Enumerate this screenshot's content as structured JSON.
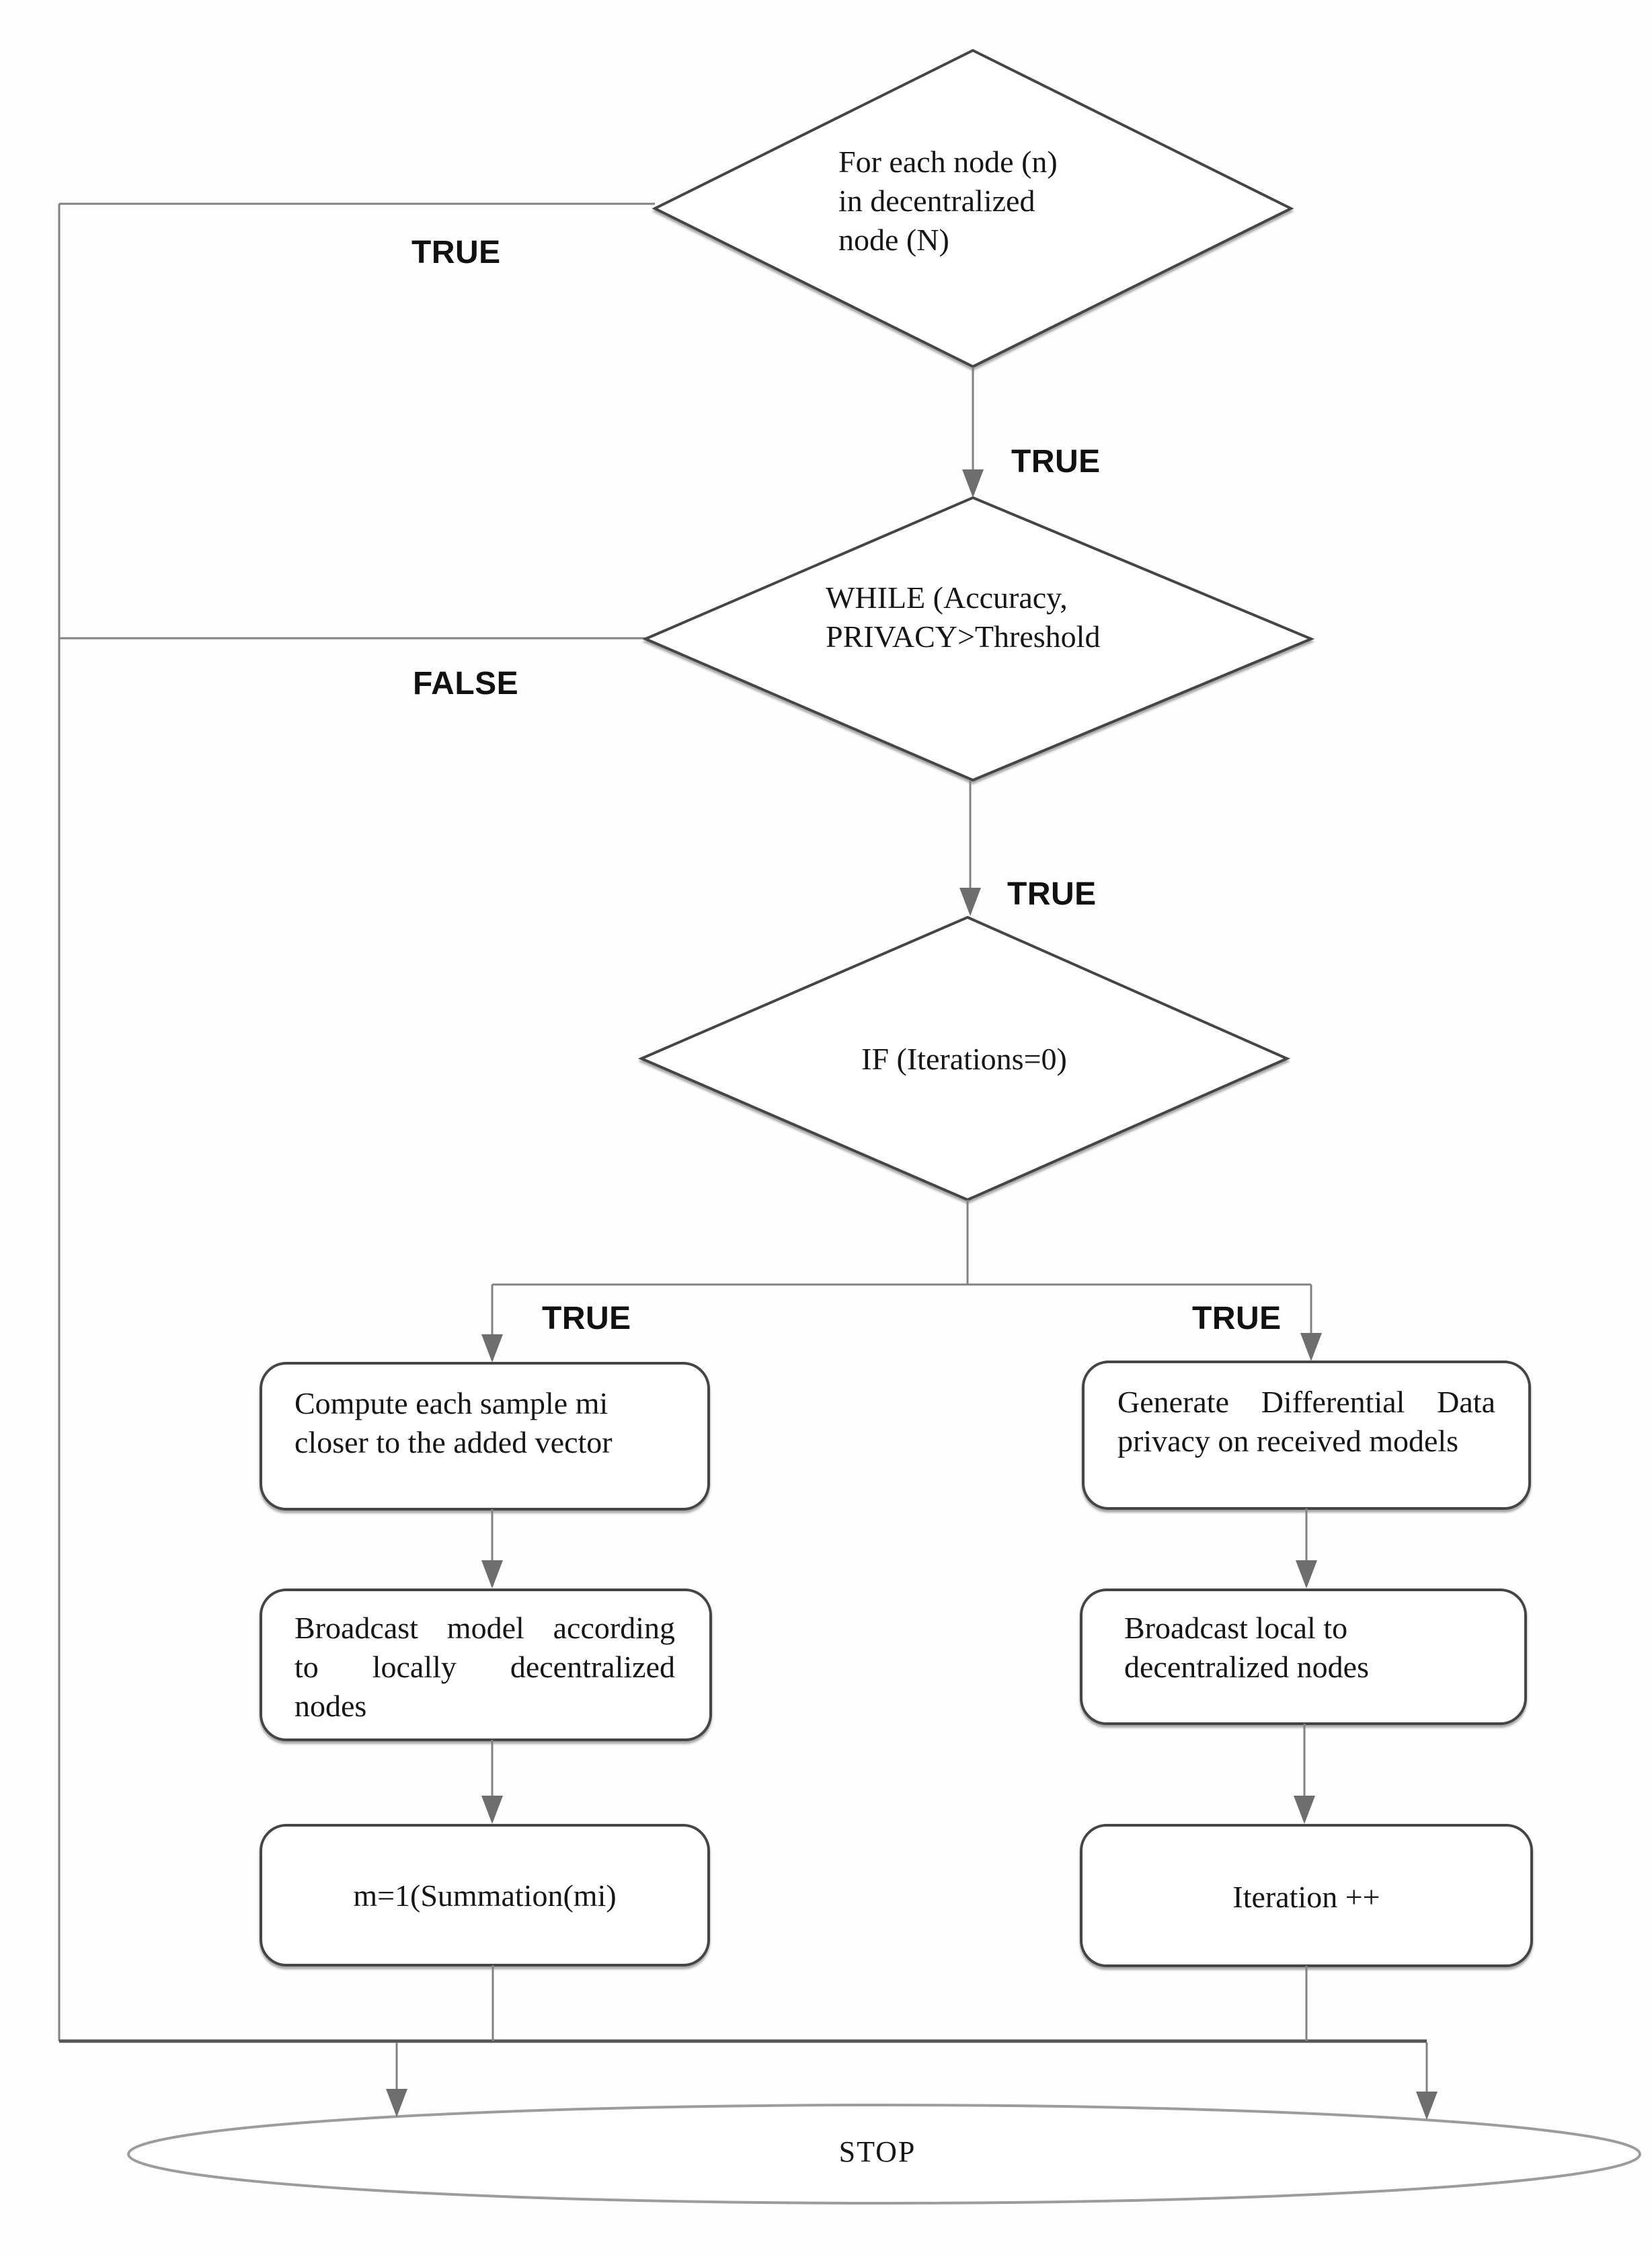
{
  "diagram": {
    "type": "flowchart",
    "decisions": {
      "for_each_node": {
        "lines": [
          "For each node (n)",
          "in decentralized",
          "node (N)"
        ]
      },
      "while_accuracy": {
        "lines": [
          "WHILE (Accuracy,",
          "PRIVACY>Threshold"
        ]
      },
      "if_iterations": {
        "lines": [
          "IF (Iterations=0)"
        ]
      }
    },
    "processes": {
      "compute_sample": {
        "lines": [
          "Compute each sample mi",
          "closer to the added vector"
        ]
      },
      "broadcast_model": {
        "lines": [
          "Broadcast model according",
          "to locally decentralized",
          "nodes"
        ]
      },
      "summation": {
        "lines": [
          "m=1(Summation(mi)"
        ]
      },
      "generate_dp": {
        "lines": [
          "Generate Differential Data",
          "privacy on received models"
        ]
      },
      "broadcast_local": {
        "lines": [
          "Broadcast local to",
          "decentralized nodes"
        ]
      },
      "iteration_inc": {
        "lines": [
          "Iteration ++"
        ]
      }
    },
    "terminator": {
      "label": "STOP"
    },
    "edge_labels": {
      "loop_true": "TRUE",
      "while_true": "TRUE",
      "while_false": "FALSE",
      "if_true": "TRUE",
      "branch_left_true": "TRUE",
      "branch_right_true": "TRUE"
    },
    "colors": {
      "shape_border": "#454545",
      "connector": "#828282",
      "arrowhead": "#6e6e6e",
      "ellipse_border": "#9c9c9c",
      "text": "#161616"
    }
  }
}
